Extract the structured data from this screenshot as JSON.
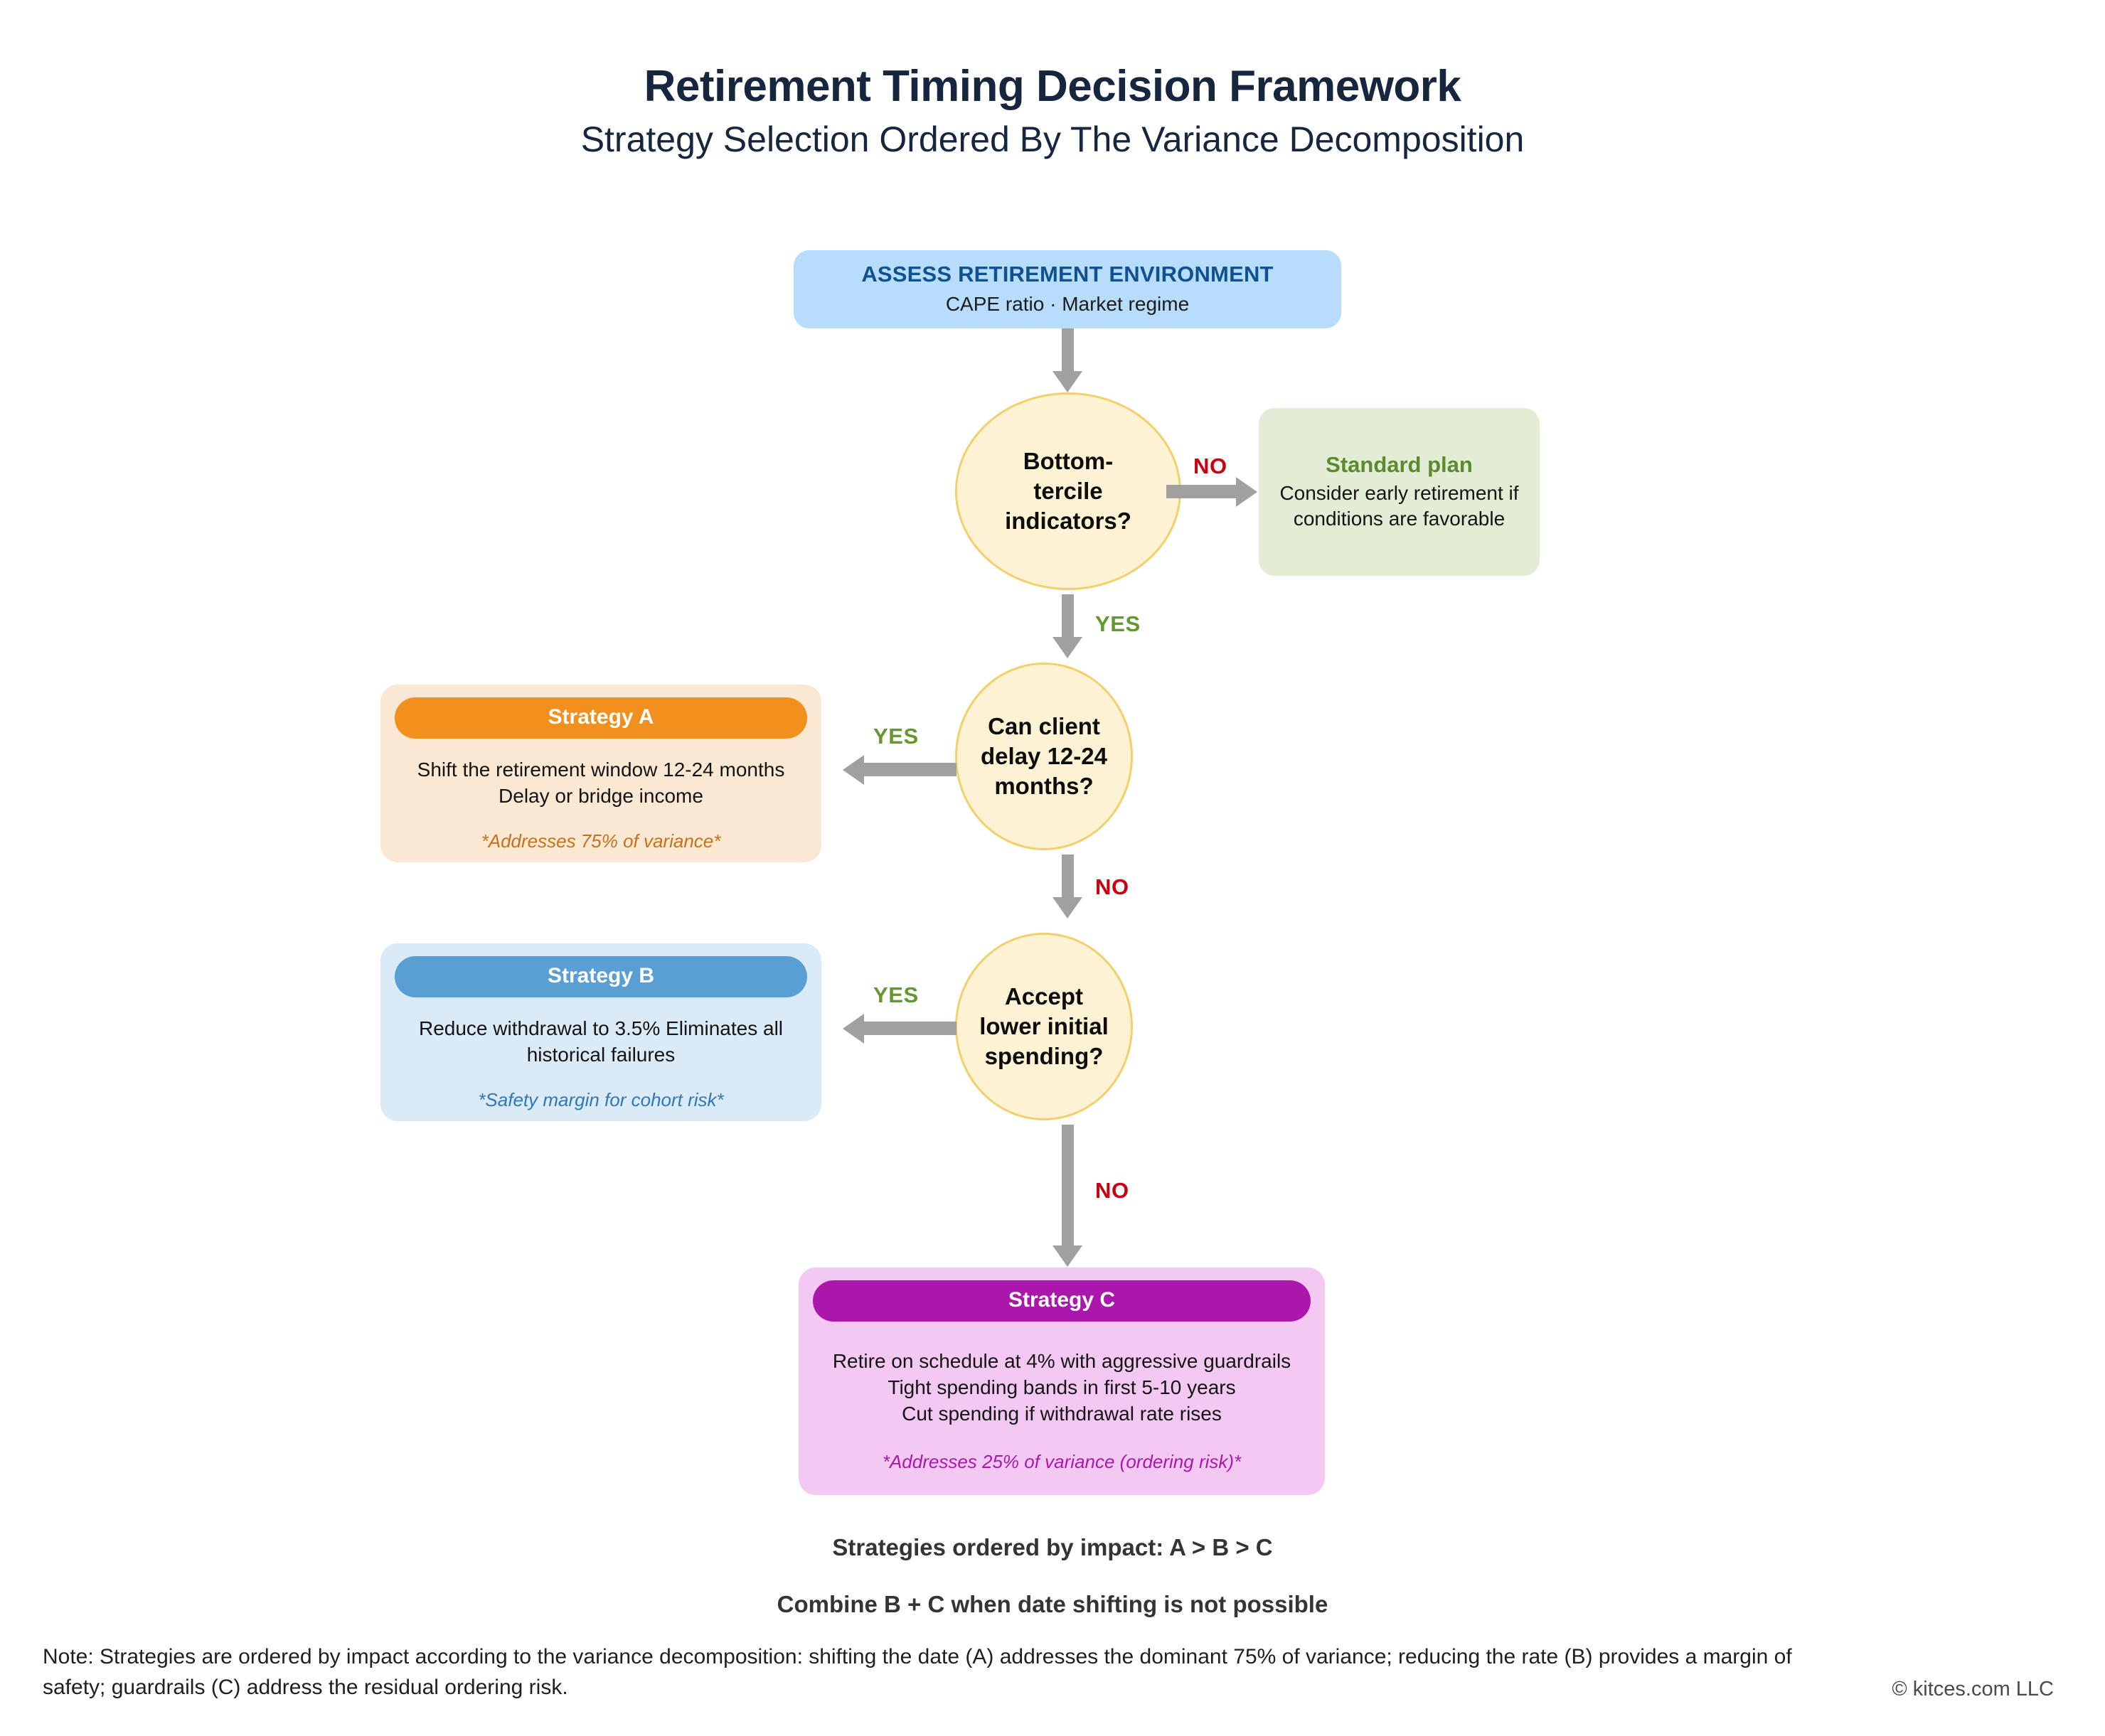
{
  "header": {
    "title": "Retirement Timing Decision Framework",
    "subtitle": "Strategy Selection Ordered By The Variance Decomposition"
  },
  "flow": {
    "assess": {
      "title": "ASSESS RETIREMENT ENVIRONMENT",
      "subtitle": "CAPE ratio · Market regime",
      "color": "#b8dcfb"
    },
    "decisions": [
      {
        "id": "bottom-tercile",
        "label": "Bottom-\ntercile\nindicators?"
      },
      {
        "id": "can-delay",
        "label": "Can client\ndelay 12-24\nmonths?"
      },
      {
        "id": "accept-lower-spending",
        "label": "Accept\nlower initial\nspending?"
      }
    ],
    "standard_plan": {
      "title": "Standard plan",
      "desc": "Consider early retirement if\nconditions are favorable",
      "color": "#e3edd5",
      "title_color": "#5b8a2f"
    },
    "strategies": [
      {
        "id": "strategy-a",
        "pill": "Strategy A",
        "body": "Shift the retirement window 12-24 months\nDelay or bridge income",
        "note": "*Addresses 75% of variance*",
        "accent": "#f2901e",
        "bg": "#fbe8d3"
      },
      {
        "id": "strategy-b",
        "pill": "Strategy B",
        "body": "Reduce withdrawal to 3.5% Eliminates all\nhistorical failures",
        "note": "*Safety margin for cohort risk*",
        "accent": "#5a9fd4",
        "bg": "#dbeaf7"
      },
      {
        "id": "strategy-c",
        "pill": "Strategy C",
        "body": "Retire on schedule at 4% with aggressive guardrails\nTight spending bands in first 5-10 years\nCut spending if withdrawal rate rises",
        "note": "*Addresses 25% of variance (ordering risk)*",
        "accent": "#ab17ab",
        "bg": "#f3c9f3"
      }
    ],
    "edge_labels": {
      "no_1": "NO",
      "yes_1": "YES",
      "yes_2": "YES",
      "no_2": "NO",
      "yes_3": "YES",
      "no_3": "NO"
    },
    "colors": {
      "arrow": "#a0a0a0",
      "yes": "#63992f",
      "no": "#c9000f",
      "ellipse_fill": "#fdf3d4",
      "ellipse_border": "#f2d06b"
    }
  },
  "footer": {
    "summary_1": "Strategies ordered by impact: A > B > C",
    "summary_2": "Combine B + C when date shifting is not possible",
    "note": "Note: Strategies are ordered by impact according to the variance decomposition: shifting the date (A) addresses the dominant 75% of variance; reducing the rate (B) provides a margin of safety; guardrails (C) address the residual ordering risk.",
    "copyright": "© kitces.com LLC"
  }
}
